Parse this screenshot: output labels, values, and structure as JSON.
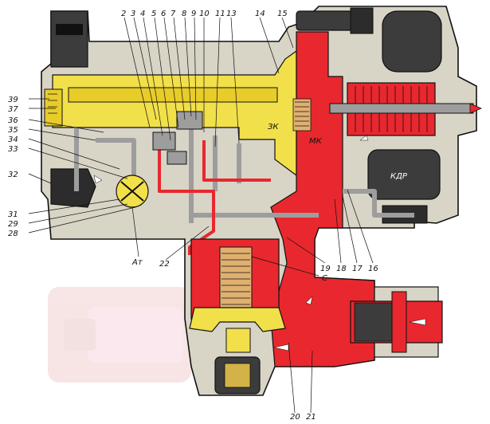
{
  "labels": {
    "top": [
      "2",
      "3",
      "4",
      "5",
      "6",
      "7",
      "8",
      "9",
      "10",
      "11",
      "13",
      "14",
      "15"
    ],
    "left": [
      "39",
      "37",
      "36",
      "35",
      "34",
      "33",
      "32",
      "31",
      "29",
      "28"
    ],
    "bottom_right": [
      "19",
      "18",
      "17",
      "16"
    ],
    "bottom": [
      "20",
      "21"
    ],
    "mid": [
      "22"
    ],
    "c_label": "С",
    "at_label": "Ат"
  },
  "tags": {
    "zk": "ЗК",
    "mk": "МК",
    "kdr": "КДР"
  },
  "colors": {
    "body": "#d8d4c6",
    "red": "#e8282e",
    "yellow": "#f1e04a",
    "dark": "#3c3c3c",
    "grey": "#9d9d9d"
  }
}
